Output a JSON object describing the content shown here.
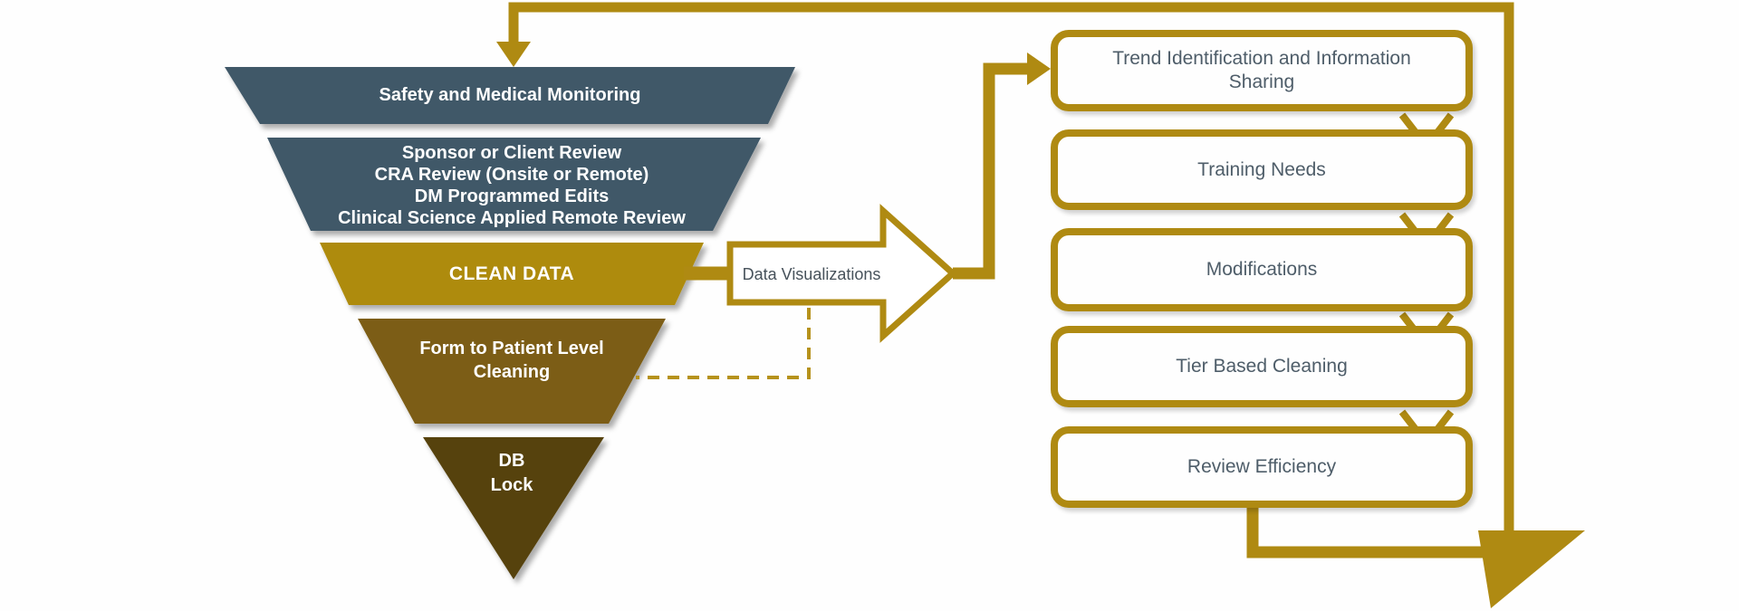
{
  "diagram": {
    "title_hint": "clinical data cleaning funnel with feedback loop",
    "funnel": {
      "stages": [
        {
          "label": "Safety and Medical Monitoring",
          "color": "#3F5868"
        },
        {
          "label": "Sponsor or Client Review\nCRA Review (Onsite or Remote)\nDM Programmed Edits\nClinical Science Applied Remote Review",
          "color": "#3F5868"
        },
        {
          "label": "CLEAN DATA",
          "color": "#AE8B0D"
        },
        {
          "label": "Form to Patient Level\nCleaning",
          "color": "#7C5D12"
        },
        {
          "label": "DB\nLock",
          "color": "#57420D"
        }
      ]
    },
    "connector": {
      "label": "Data Visualizations",
      "style": "block-arrow-right",
      "dashed_link_to": "Form to Patient Level Cleaning"
    },
    "outcomes": [
      {
        "label": "Trend Identification and Information\nSharing"
      },
      {
        "label": "Training Needs"
      },
      {
        "label": "Modifications"
      },
      {
        "label": "Tier Based Cleaning"
      },
      {
        "label": "Review Efficiency"
      }
    ],
    "flow": {
      "loop_description": "Review Efficiency loops back to top of funnel",
      "arrow_color": "#AF8A12",
      "dashed_color": "#B6921C",
      "funnel_text_color": "#FFFFFF",
      "outcome_text_color": "#4E5D69"
    }
  }
}
